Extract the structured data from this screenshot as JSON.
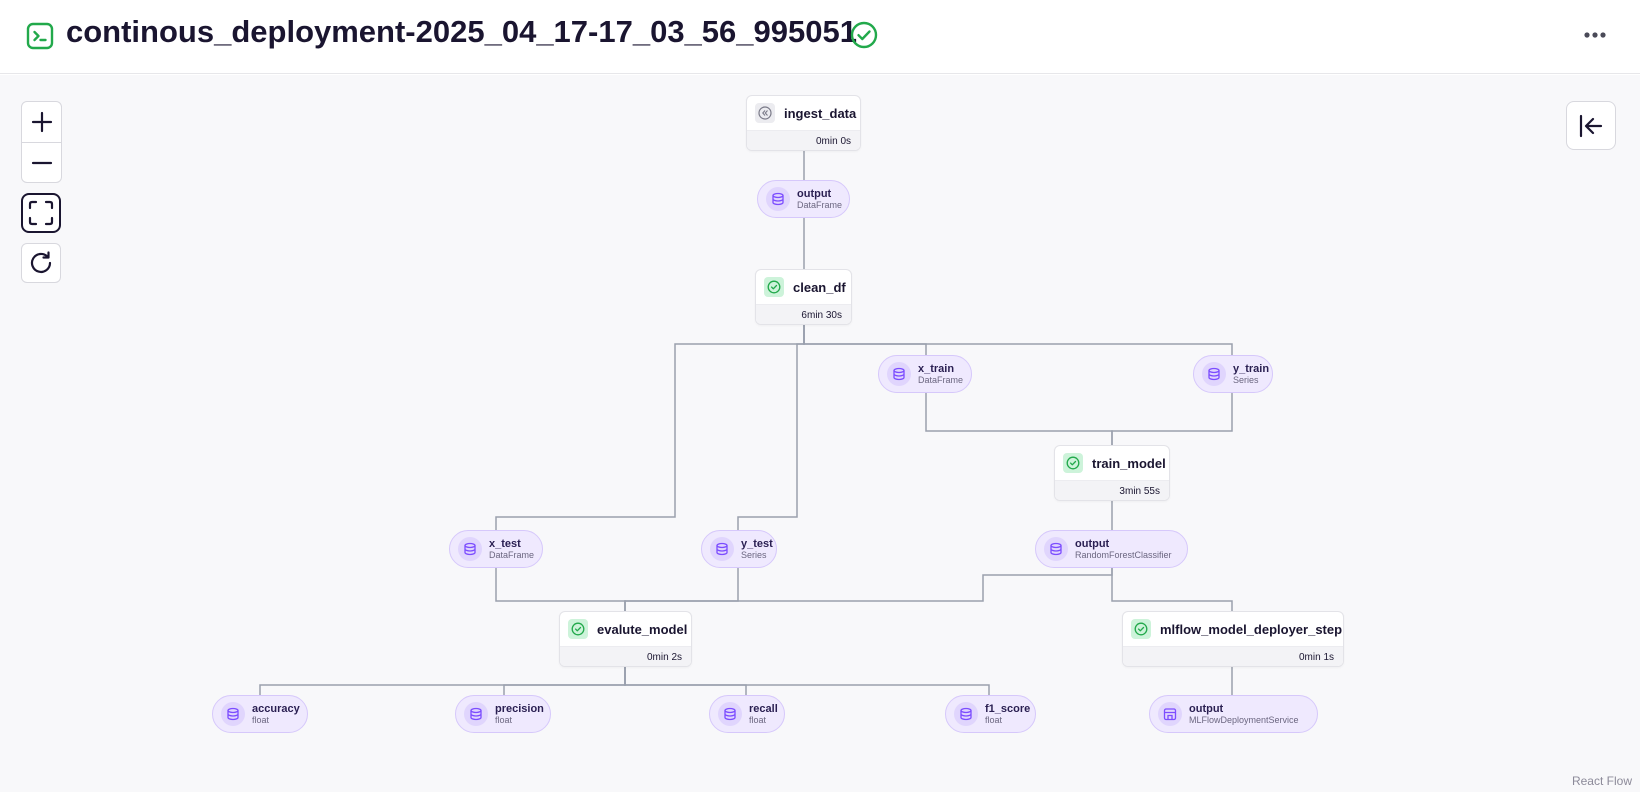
{
  "header": {
    "title": "continous_deployment-2025_04_17-17_03_56_995051",
    "status": "completed"
  },
  "colors": {
    "success": "#22a94b",
    "artifact_bg": "#efe9fe",
    "artifact_icon": "#7c4dff",
    "edge": "#9aa0ad"
  },
  "controls": {
    "zoom_in": "plus-icon",
    "zoom_out": "minus-icon",
    "fit_view": "fit-view-icon",
    "refresh": "refresh-icon",
    "collapse_panel": "panel-collapse-icon"
  },
  "steps": {
    "ingest_data": {
      "name": "ingest_data",
      "duration": "0min 0s",
      "status": "cached"
    },
    "clean_df": {
      "name": "clean_df",
      "duration": "6min 30s",
      "status": "completed"
    },
    "train_model": {
      "name": "train_model",
      "duration": "3min 55s",
      "status": "completed"
    },
    "evalute_model": {
      "name": "evalute_model",
      "duration": "0min 2s",
      "status": "completed"
    },
    "deployer": {
      "name": "mlflow_model_deployer_step",
      "duration": "0min 1s",
      "status": "completed"
    }
  },
  "artifacts": {
    "ingest_output": {
      "name": "output",
      "type": "DataFrame"
    },
    "x_train": {
      "name": "x_train",
      "type": "DataFrame"
    },
    "y_train": {
      "name": "y_train",
      "type": "Series"
    },
    "x_test": {
      "name": "x_test",
      "type": "DataFrame"
    },
    "y_test": {
      "name": "y_test",
      "type": "Series"
    },
    "model_output": {
      "name": "output",
      "type": "RandomForestClassifier"
    },
    "accuracy": {
      "name": "accuracy",
      "type": "float"
    },
    "precision": {
      "name": "precision",
      "type": "float"
    },
    "recall": {
      "name": "recall",
      "type": "float"
    },
    "f1_score": {
      "name": "f1_score",
      "type": "float"
    },
    "deploy_output": {
      "name": "output",
      "type": "MLFlowDeploymentService"
    }
  },
  "attribution": "React Flow"
}
